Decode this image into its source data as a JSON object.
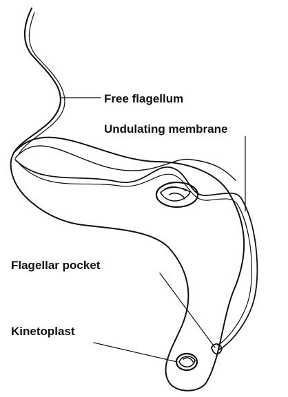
{
  "diagram": {
    "labels": {
      "free_flagellum": "Free flagellum",
      "undulating_membrane": "Undulating membrane",
      "flagellar_pocket": "Flagellar pocket",
      "kinetoplast": "Kinetoplast"
    }
  }
}
